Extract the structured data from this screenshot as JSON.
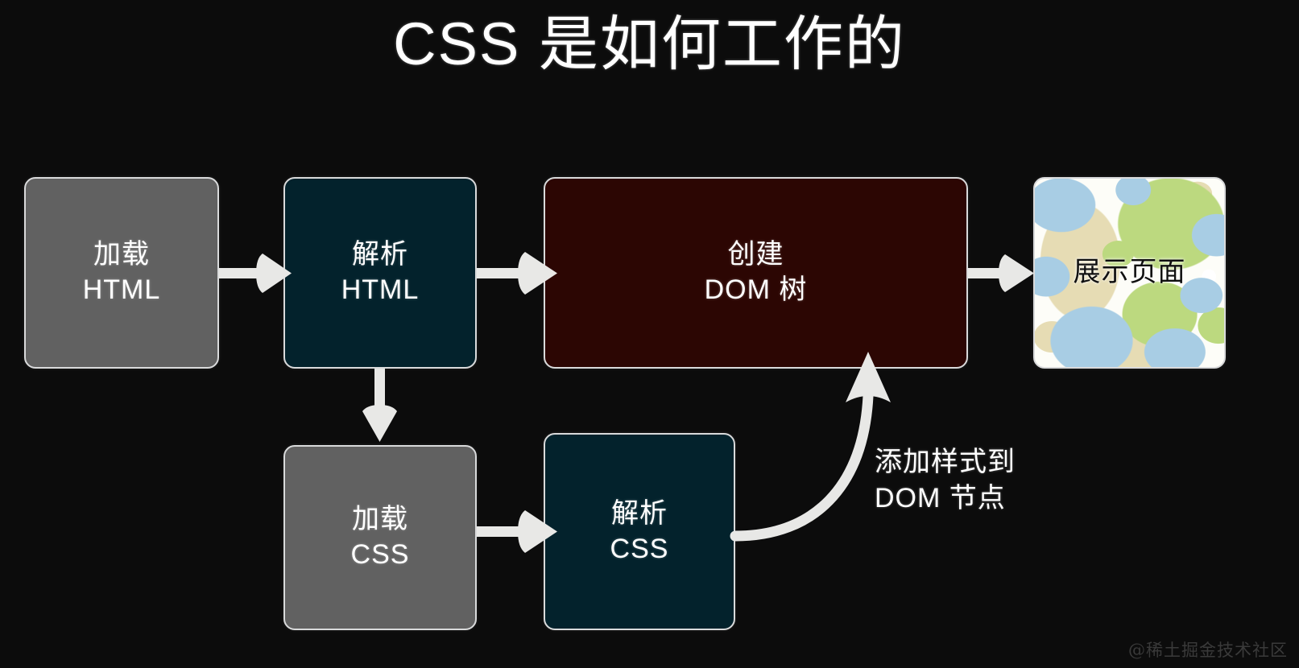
{
  "page": {
    "title": "CSS 是如何工作的",
    "background_color": "#0c0c0c",
    "watermark": "@稀土掘金技术社区"
  },
  "palette": {
    "gray": "#616161",
    "teal": "#03222c",
    "maroon": "#2c0603",
    "border": "#d9dadb",
    "arrow": "#e8e8e6",
    "text": "#ffffff"
  },
  "nodes": [
    {
      "id": "load-html",
      "label": "加载\nHTML",
      "color_name": "gray",
      "color": "#616161"
    },
    {
      "id": "parse-html",
      "label": "解析\nHTML",
      "color_name": "teal",
      "color": "#03222c"
    },
    {
      "id": "create-dom",
      "label": "创建\nDOM 树",
      "color_name": "maroon",
      "color": "#2c0603"
    },
    {
      "id": "render-page",
      "label": "展示页面",
      "color_name": "art",
      "color": "#fdfdf8"
    },
    {
      "id": "load-css",
      "label": "加载\nCSS",
      "color_name": "gray",
      "color": "#616161"
    },
    {
      "id": "parse-css",
      "label": "解析\nCSS",
      "color_name": "teal",
      "color": "#03222c"
    }
  ],
  "edges": [
    {
      "id": "e1",
      "from": "load-html",
      "to": "parse-html",
      "label": "",
      "kind": "straight-right"
    },
    {
      "id": "e2",
      "from": "parse-html",
      "to": "create-dom",
      "label": "",
      "kind": "straight-right"
    },
    {
      "id": "e3",
      "from": "create-dom",
      "to": "render-page",
      "label": "",
      "kind": "straight-right"
    },
    {
      "id": "e4",
      "from": "parse-html",
      "to": "load-css",
      "label": "",
      "kind": "straight-down"
    },
    {
      "id": "e5",
      "from": "load-css",
      "to": "parse-css",
      "label": "",
      "kind": "straight-right"
    },
    {
      "id": "e6",
      "from": "parse-css",
      "to": "create-dom",
      "label": "添加样式到\nDOM 节点",
      "kind": "curved-up"
    }
  ]
}
